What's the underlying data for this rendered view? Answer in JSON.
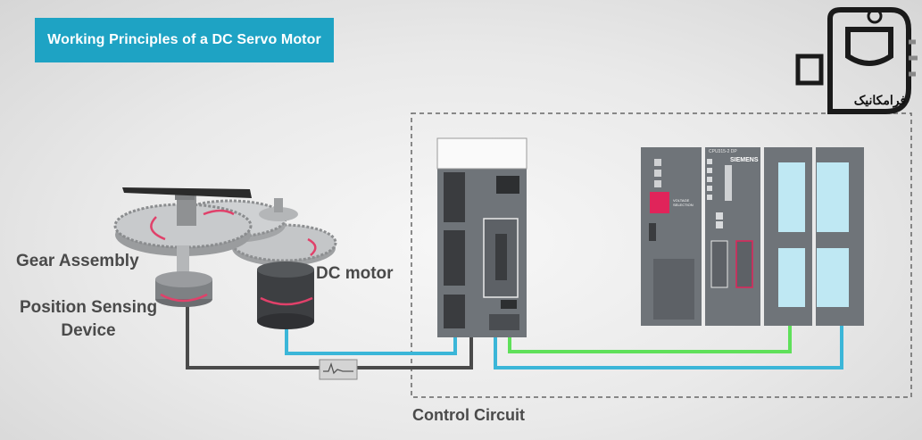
{
  "title": "Working Principles of a DC Servo Motor",
  "logo": {
    "text": "فرامکانیک",
    "icon": "gear-logo-icon"
  },
  "labels": {
    "gear_assembly": "Gear Assembly",
    "position_sensing_line1": "Position Sensing",
    "position_sensing_line2": "Device",
    "dc_motor": "DC motor",
    "control_circuit": "Control Circuit"
  },
  "plc": {
    "brand": "SIEMENS",
    "cpu_model": "CPU315-2 DP",
    "power_module_text": "VOLTAGE SELECTION"
  },
  "colors": {
    "banner": "#1ea3c4",
    "cyan_wire": "#3bb6d8",
    "green_wire": "#5fe05a",
    "dark_wire": "#4a4a4a",
    "arrows": "#e0416a",
    "module_grey": "#6f7479"
  }
}
